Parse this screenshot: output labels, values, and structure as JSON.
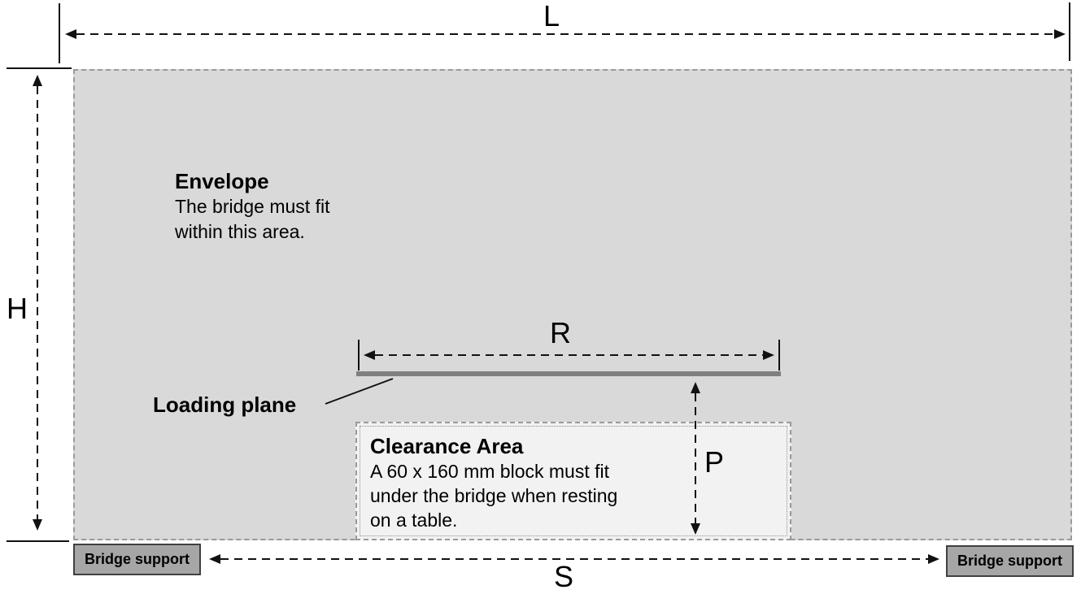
{
  "diagram": {
    "dim_labels": {
      "L": "L",
      "H": "H",
      "R": "R",
      "P": "P",
      "S": "S"
    },
    "envelope": {
      "title": "Envelope",
      "line1": "The bridge must fit",
      "line2": "within this area."
    },
    "clearance": {
      "title": "Clearance Area",
      "line1": "A 60 x 160 mm block must fit",
      "line2": "under the bridge when resting",
      "line3": "on a table."
    },
    "loading_plane_label": "Loading plane",
    "bridge_support_left": "Bridge support",
    "bridge_support_right": "Bridge support",
    "colors": {
      "envelope_fill": "#d9d9d9",
      "envelope_border": "#9a9a9a",
      "clearance_fill": "#f2f2f2",
      "loading_plane_bar": "#7f7f7f",
      "bridge_support_fill": "#a6a6a6",
      "bridge_support_border": "#404040",
      "dimension_lines": "#111111",
      "background": "#ffffff"
    }
  }
}
